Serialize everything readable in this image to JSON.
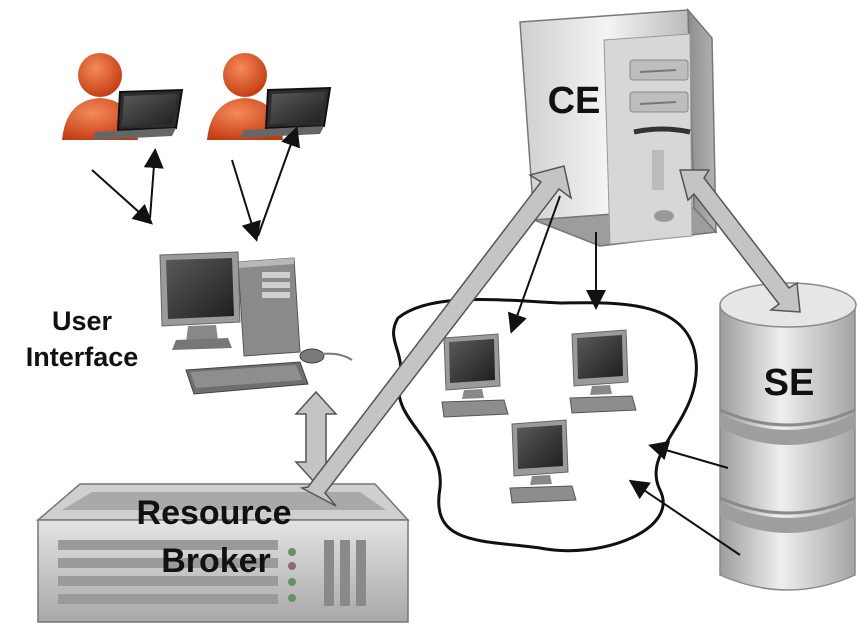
{
  "labels": {
    "ce": "CE",
    "se": "SE",
    "user_interface_line1": "User",
    "user_interface_line2": "Interface",
    "resource_broker_line1": "Resource",
    "resource_broker_line2": "Broker"
  },
  "colors": {
    "user_orange": "#d9471a",
    "user_orange_light": "#f07040",
    "device_gray": "#9a9a9a",
    "arrow_gray": "#c4c4c4",
    "screen_dark": "#3a3a3a",
    "cloud_outline": "#111111"
  },
  "icons": [
    "user-icon",
    "laptop-icon",
    "desktop-computer-icon",
    "server-tower-icon",
    "storage-cylinder-icon",
    "rack-server-icon",
    "monitor-icon"
  ]
}
